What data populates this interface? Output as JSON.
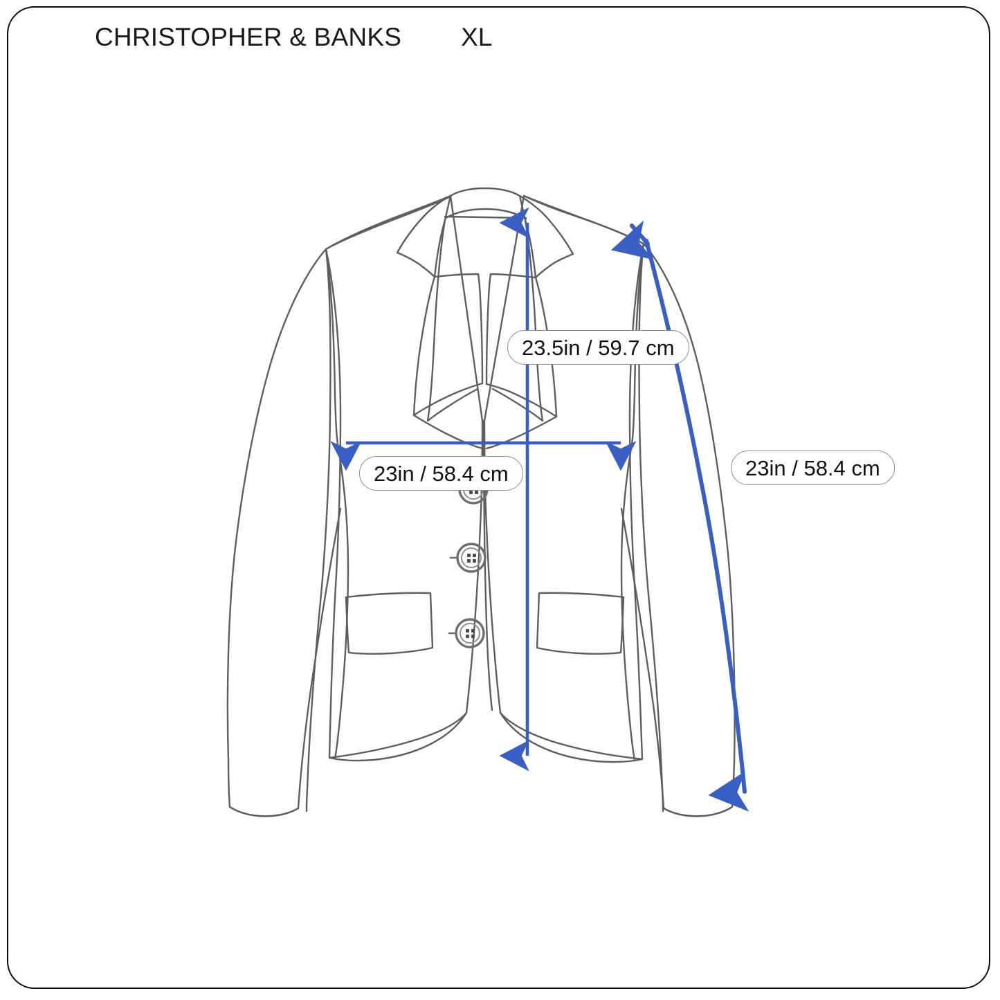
{
  "card": {
    "border_color": "#0b0b0b",
    "background": "#ffffff"
  },
  "header": {
    "brand": "CHRISTOPHER & BANKS",
    "size": "XL"
  },
  "garment": {
    "type": "blazer",
    "view": "flat-lay-front",
    "outline_color": "#595959",
    "buttons": 3,
    "pockets": 2,
    "collar": "notched-lapel"
  },
  "measurements": {
    "accent_color": "#3a5fc4",
    "items": [
      {
        "id": "length",
        "name": "length",
        "label": "23.5in / 59.7 cm",
        "inches": 23.5,
        "cm": 59.7,
        "arrow": "vertical-double"
      },
      {
        "id": "chest",
        "name": "chest",
        "label": "23in / 58.4 cm",
        "inches": 23,
        "cm": 58.4,
        "arrow": "horizontal-double"
      },
      {
        "id": "sleeve",
        "name": "sleeve",
        "label": "23in / 58.4 cm",
        "inches": 23,
        "cm": 58.4,
        "arrow": "curved-double"
      }
    ]
  }
}
